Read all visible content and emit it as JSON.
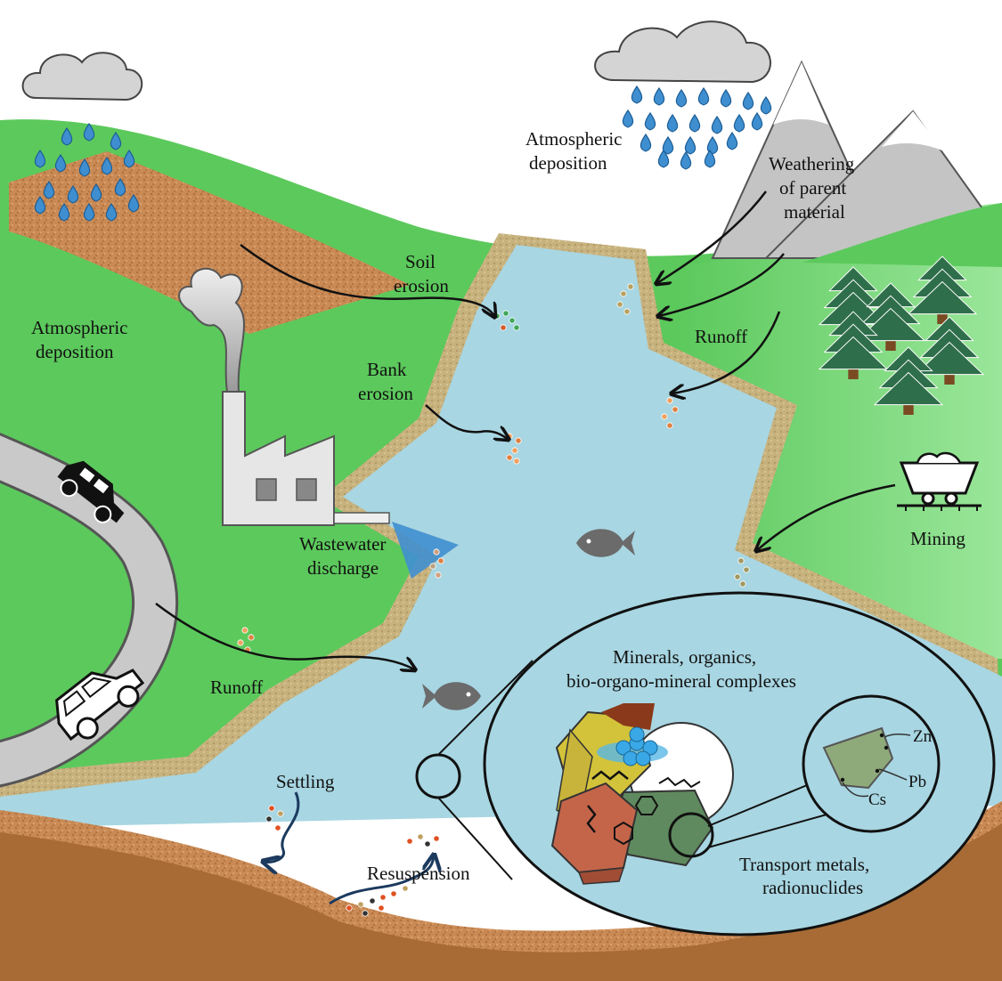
{
  "labels": {
    "atm_dep_right": [
      "Atmospheric",
      "deposition"
    ],
    "atm_dep_left": [
      "Atmospheric",
      "deposition"
    ],
    "weathering": [
      "Weathering",
      "of parent",
      "material"
    ],
    "soil_erosion": [
      "Soil",
      "erosion"
    ],
    "runoff_right": "Runoff",
    "bank_erosion": [
      "Bank",
      "erosion"
    ],
    "mining": "Mining",
    "wastewater": [
      "Wastewater",
      "discharge"
    ],
    "runoff_left": "Runoff",
    "minerals": [
      "Minerals, organics,",
      "bio-organo-mineral complexes"
    ],
    "zn": "Zn",
    "pb": "Pb",
    "cs": "Cs",
    "transport": [
      "Transport metals,",
      "radionuclides"
    ],
    "settling": "Settling",
    "resuspension": "Resuspension"
  },
  "colors": {
    "grass": "#5cc95c",
    "grass_light": "#8fe08f",
    "river": "#a8d6e2",
    "soil": "#c98a55",
    "bank": "#c7b27e",
    "sediment": "#8a5a2b",
    "mountain": "#c4c4c4",
    "tree": "#2f6e4b",
    "cloud": "#d4d4d4",
    "rain": "#3f8fd0",
    "fish": "#6b6b6b"
  }
}
